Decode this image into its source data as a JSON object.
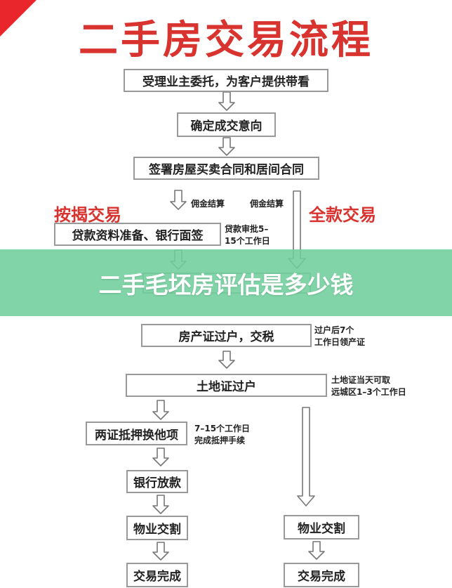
{
  "title": "二手房交易流程",
  "left_section_title": "按揭交易",
  "right_section_title": "全款交易",
  "steps": {
    "s1": "受理业主委托，为客户提供带看",
    "s2": "确定成交意向",
    "s3": "签署房屋买卖合同和居间合同",
    "s4": "贷款资料准备、银行面签",
    "s5": "房产证过户，交税",
    "s6": "土地证过户",
    "s7": "两证抵押换他项",
    "s8": "银行放款",
    "s9": "物业交割",
    "s10": "交易完成",
    "s11": "物业交割",
    "s12": "交易完成"
  },
  "notes": {
    "commission_left": "佣金结算",
    "commission_right": "佣金结算",
    "loan_approval_1": "贷款审批5–",
    "loan_approval_2": "15个工作日",
    "transfer_1": "过户后7个",
    "transfer_2": "工作日领产证",
    "land_1": "土地证当天可取",
    "land_2": "远城区1–3个工作日",
    "mortgage_1": "7–15个工作日",
    "mortgage_2": "完成抵押手续"
  },
  "overlay_banner": "二手毛坯房评估是多少钱",
  "colors": {
    "accent_red": "#d8332f",
    "banner_green": "#70ce9c",
    "box_border": "#999999"
  }
}
